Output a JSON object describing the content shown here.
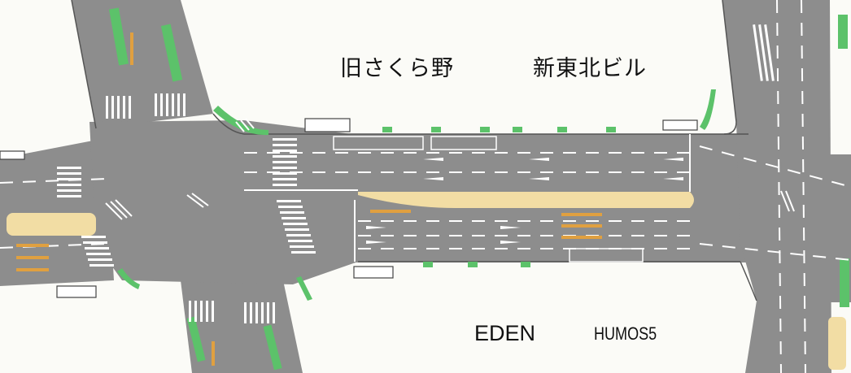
{
  "map": {
    "colors": {
      "road": "#8a8a8a",
      "median": "#f0dca0",
      "planting": "#5cc26a",
      "ground": "#fbfbf7",
      "marking": "#ffffff",
      "arrow_orange": "#e0a040"
    }
  },
  "labels": {
    "building_sakurano": "旧さくら野",
    "building_shintohoku": "新東北ビル",
    "building_eden": "EDEN",
    "building_humos": "HUMOS5"
  }
}
